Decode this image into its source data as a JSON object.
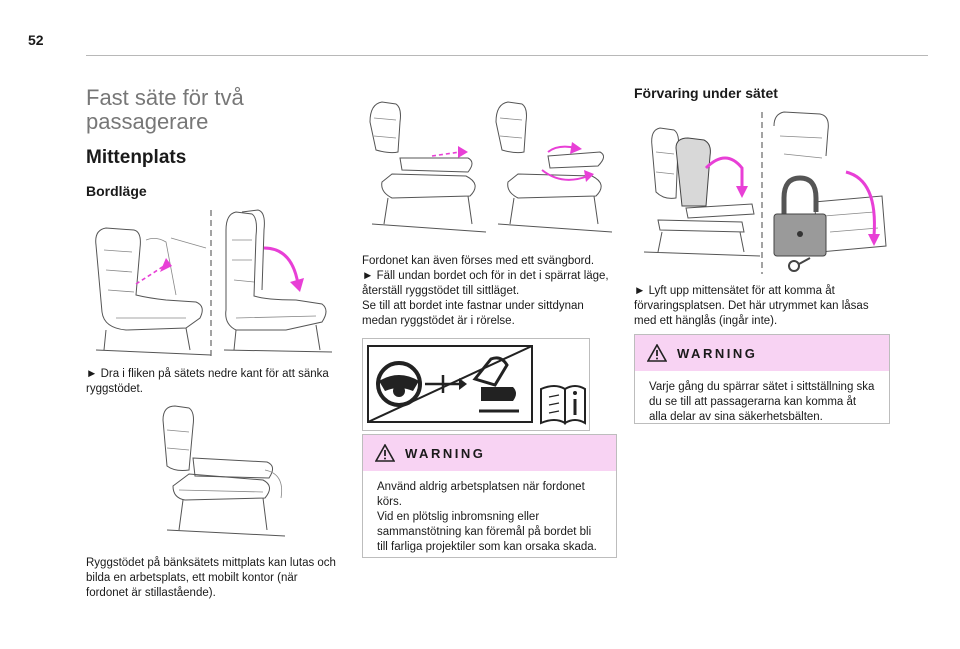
{
  "page_number": "52",
  "heading": "Fast säte för två passagerare",
  "subheading": "Mittenplats",
  "section_bordlage": "Bordläge",
  "step_lower_back": "► Dra i fliken på sätets nedre kant för att sänka ryggstödet.",
  "work_desk_text": "Ryggstödet på bänksätets mittplats kan lutas och bilda en arbetsplats, ett mobilt kontor (när fordonet är stillastående).",
  "swivel_text": "Fordonet kan även förses med ett svängbord.\n► Fäll undan bordet och för in det i spärrat läge, återställ ryggstödet till sittläget.\nSe till att bordet inte fastnar under sittdynan medan ryggstödet är i rörelse.",
  "warning1": {
    "title": "WARNING",
    "body": "Använd aldrig arbetsplatsen när fordonet körs.\nVid en plötslig inbromsning eller sammanstötning kan föremål på bordet bli till farliga projektiler som kan orsaka skada."
  },
  "section_storage": "Förvaring under sätet",
  "storage_text": "► Lyft upp mittensätet för att komma åt förvaringsplatsen. Det här utrymmet kan låsas med ett hänglås (ingår inte).",
  "warning2": {
    "title": "WARNING",
    "body": "Varje gång du spärrar sätet i sittställning ska du se till att passagerarna kan komma åt alla delar av sina säkerhetsbälten."
  },
  "colors": {
    "accent_magenta": "#e83fd6",
    "warning_bg": "#f8d3f3",
    "rule": "#b8b8b8"
  },
  "icons": [
    "warning-triangle-icon",
    "steering-wheel-icon",
    "seat-icon",
    "info-book-icon",
    "padlock-icon"
  ]
}
